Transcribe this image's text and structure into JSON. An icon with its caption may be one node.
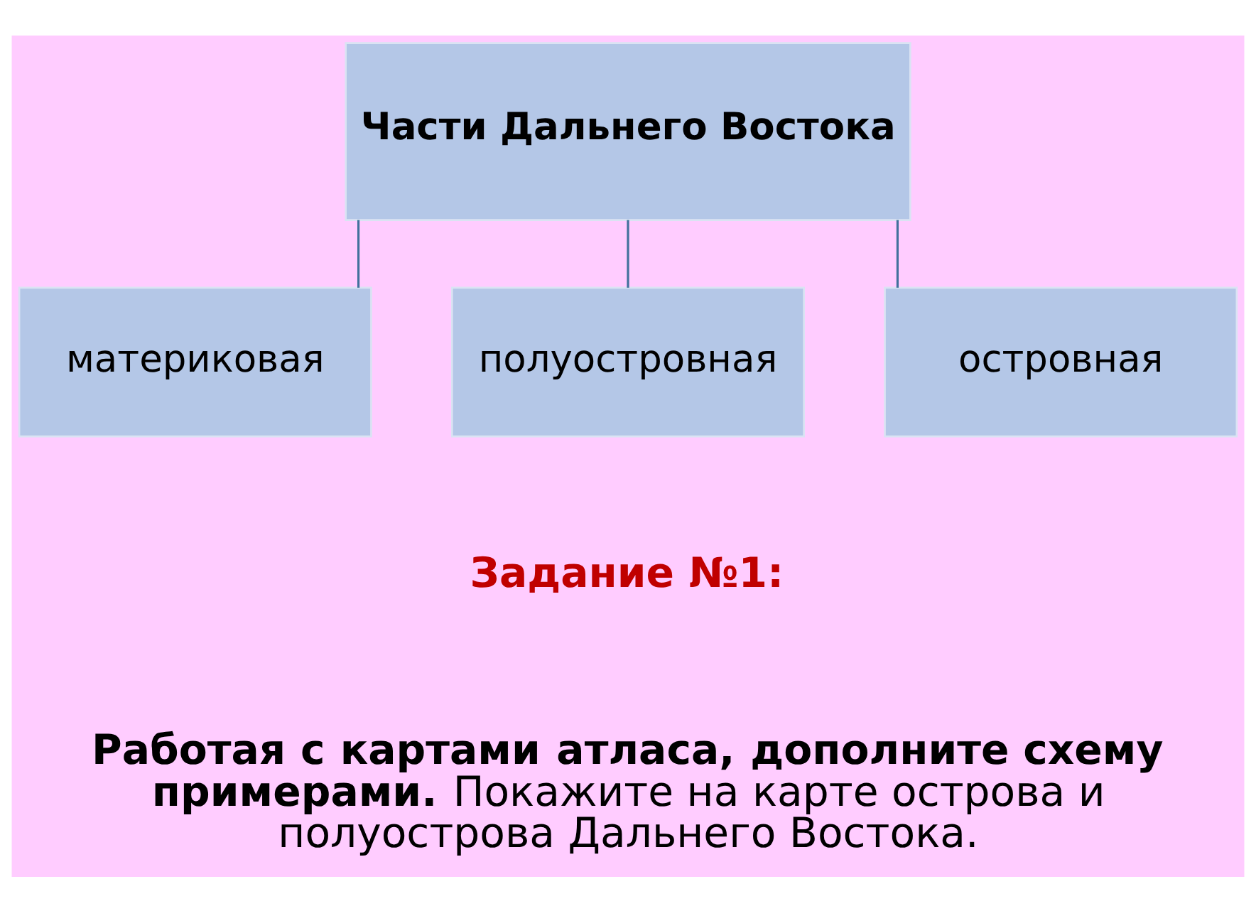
{
  "diagram": {
    "nodes": [
      {
        "text": [
          "Части Дальнего Востока"
        ]
      },
      {
        "text": [
          "материковая"
        ]
      },
      {
        "text": [
          "полуостровная"
        ]
      },
      {
        "text": [
          "островная"
        ]
      }
    ],
    "edges": [
      {
        "from": 0,
        "to": 1,
        "arrow": "none"
      },
      {
        "from": 0,
        "to": 2,
        "arrow": "none"
      },
      {
        "from": 0,
        "to": 3,
        "arrow": "none"
      }
    ],
    "labels": [
      "Задание №1:",
      "**Работая с картами атласа, дополните схему примерами.** Покажите на карте острова и полуострова Дальнего Востока."
    ]
  }
}
